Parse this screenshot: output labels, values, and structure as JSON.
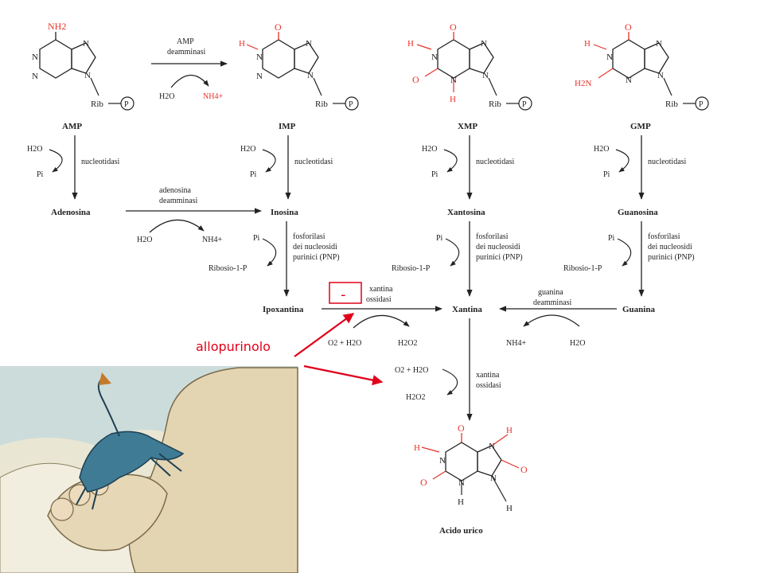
{
  "colors": {
    "highlight": "#e8322a",
    "ink": "#222222",
    "annot": "#e0001a"
  },
  "molecules": {
    "amp": {
      "top": "NH2",
      "sugar": "Rib",
      "phos": "P",
      "name": "AMP"
    },
    "imp": {
      "topleft": "H",
      "sugar": "Rib",
      "phos": "P",
      "name": "IMP"
    },
    "xmp": {
      "topleft": "H",
      "bottom": "H",
      "sugar": "Rib",
      "phos": "P",
      "name": "XMP"
    },
    "gmp": {
      "topleft": "H",
      "left": "H2N",
      "sugar": "Rib",
      "phos": "P",
      "name": "GMP"
    },
    "urate": {
      "h1": "H",
      "h3": "H",
      "h7": "H",
      "h9": "H",
      "name": "Acido urico"
    }
  },
  "ring_atoms": {
    "n": "N",
    "o": "O"
  },
  "nodes": {
    "adenosina": "Adenosina",
    "inosina": "Inosina",
    "xantosina": "Xantosina",
    "guanosina": "Guanosina",
    "ipoxantina": "Ipoxantina",
    "xantina": "Xantina",
    "guanina": "Guanina"
  },
  "enzymes": {
    "amp_deam_1": "AMP",
    "amp_deam_2": "deamminasi",
    "ado_deam_1": "adenosina",
    "ado_deam_2": "deamminasi",
    "nucleotidasi": "nucleotidasi",
    "pnp_1": "fosforilasi",
    "pnp_2": "dei nucleosidi",
    "pnp_3": "purinici (PNP)",
    "xo_1": "xantina",
    "xo_2": "ossidasi",
    "gua_deam_1": "guanina",
    "gua_deam_2": "deamminasi"
  },
  "cofactors": {
    "h2o": "H2O",
    "nh4": "NH4+",
    "pi": "Pi",
    "ribosio": "Ribosio-1-P",
    "o2h2o": "O2 + H2O",
    "h2o2": "H2O2"
  },
  "annotation": {
    "label": "allopurinolo",
    "minus": "-"
  },
  "illustration": {
    "subject": "gout-devil-biting-foot"
  }
}
